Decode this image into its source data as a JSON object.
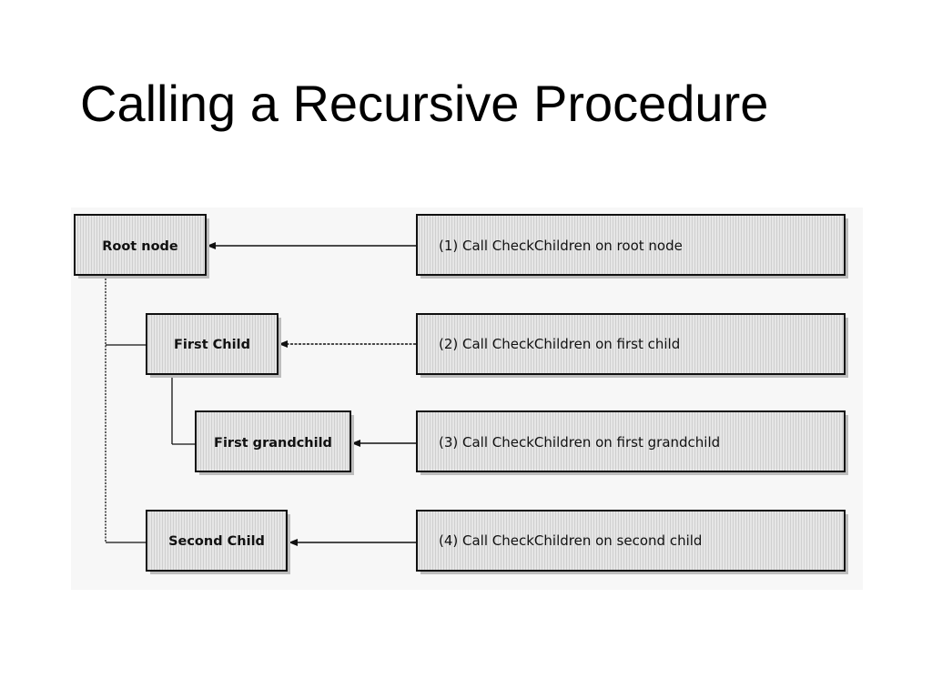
{
  "slide": {
    "title": "Calling a Recursive Procedure"
  },
  "diagram": {
    "nodes": [
      {
        "id": "root",
        "label": "Root node"
      },
      {
        "id": "first-child",
        "label": "First Child"
      },
      {
        "id": "first-grandchild",
        "label": "First grandchild"
      },
      {
        "id": "second-child",
        "label": "Second Child"
      }
    ],
    "steps": [
      {
        "id": "step-1",
        "label": "(1) Call CheckChildren on root node",
        "target": "root"
      },
      {
        "id": "step-2",
        "label": "(2) Call CheckChildren on first child",
        "target": "first-child"
      },
      {
        "id": "step-3",
        "label": "(3) Call CheckChildren on first grandchild",
        "target": "first-grandchild"
      },
      {
        "id": "step-4",
        "label": "(4) Call CheckChildren on second child",
        "target": "second-child"
      }
    ],
    "colors": {
      "box_fill": "#e6e6e6",
      "hatch": "#cfcfcf",
      "border": "#111111",
      "shadow": "#bdbdbd",
      "connector": "#111111"
    }
  }
}
